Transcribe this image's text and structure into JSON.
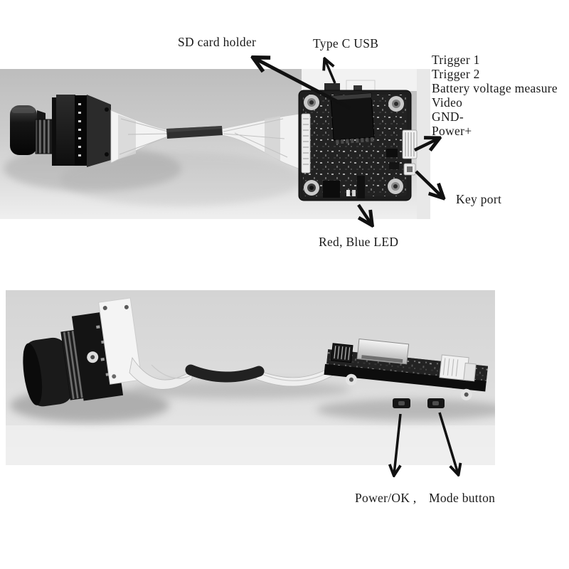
{
  "page": {
    "type": "annotated hardware figure",
    "background": "#ffffff"
  },
  "figure_top": {
    "description": "top view photo of mini camera module with ribbon cable and main PCB",
    "labels": {
      "sd_card_holder": "SD card holder",
      "type_c_usb": "Type C USB",
      "pin_list": [
        "Trigger 1",
        "Trigger 2",
        "Battery voltage measure",
        "Video",
        "GND-",
        "Power+"
      ],
      "key_port": "Key port",
      "red_blue_led": "Red, Blue LED"
    }
  },
  "figure_side": {
    "description": "side view photo of camera module, ribbon cable and PCB edge with buttons",
    "labels": {
      "power_ok": "Power/OK ,",
      "mode_button": "Mode button"
    }
  },
  "colors": {
    "label_text": "#1a1a1a",
    "arrow": "#111111",
    "photo_top_gray": "#c6c6c6",
    "photo_bottom_gray": "#d9d9d9"
  }
}
